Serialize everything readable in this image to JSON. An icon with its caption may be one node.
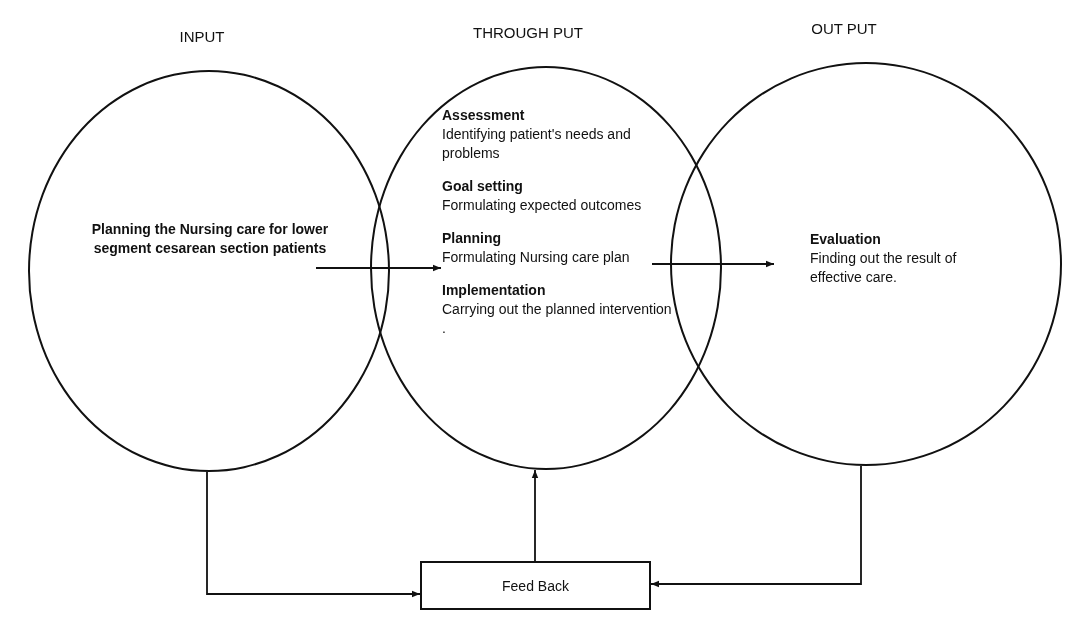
{
  "diagram": {
    "nodes": [
      {
        "text": [
          "INPUT",
          "Planning the Nursing care for lower segment cesarean section patients"
        ]
      },
      {
        "text": [
          "THROUGH PUT",
          "Assessment",
          "Identifying patient's needs and problems",
          "Goal setting",
          "Formulating expected outcomes",
          "Planning",
          "Formulating Nursing care plan",
          "Implementation",
          "Carrying out the planned intervention ."
        ]
      },
      {
        "text": [
          "OUT PUT",
          "Evaluation",
          "Finding out the result of effective care."
        ]
      },
      {
        "text": [
          "Feed Back"
        ]
      }
    ],
    "edges": [
      {
        "from": 0,
        "to": 1,
        "arrow": "to"
      },
      {
        "from": 1,
        "to": 2,
        "arrow": "to"
      },
      {
        "from": 0,
        "to": 3,
        "arrow": "to"
      },
      {
        "from": 3,
        "to": 1,
        "arrow": "to"
      },
      {
        "from": 2,
        "to": 3,
        "arrow": "to"
      }
    ]
  }
}
